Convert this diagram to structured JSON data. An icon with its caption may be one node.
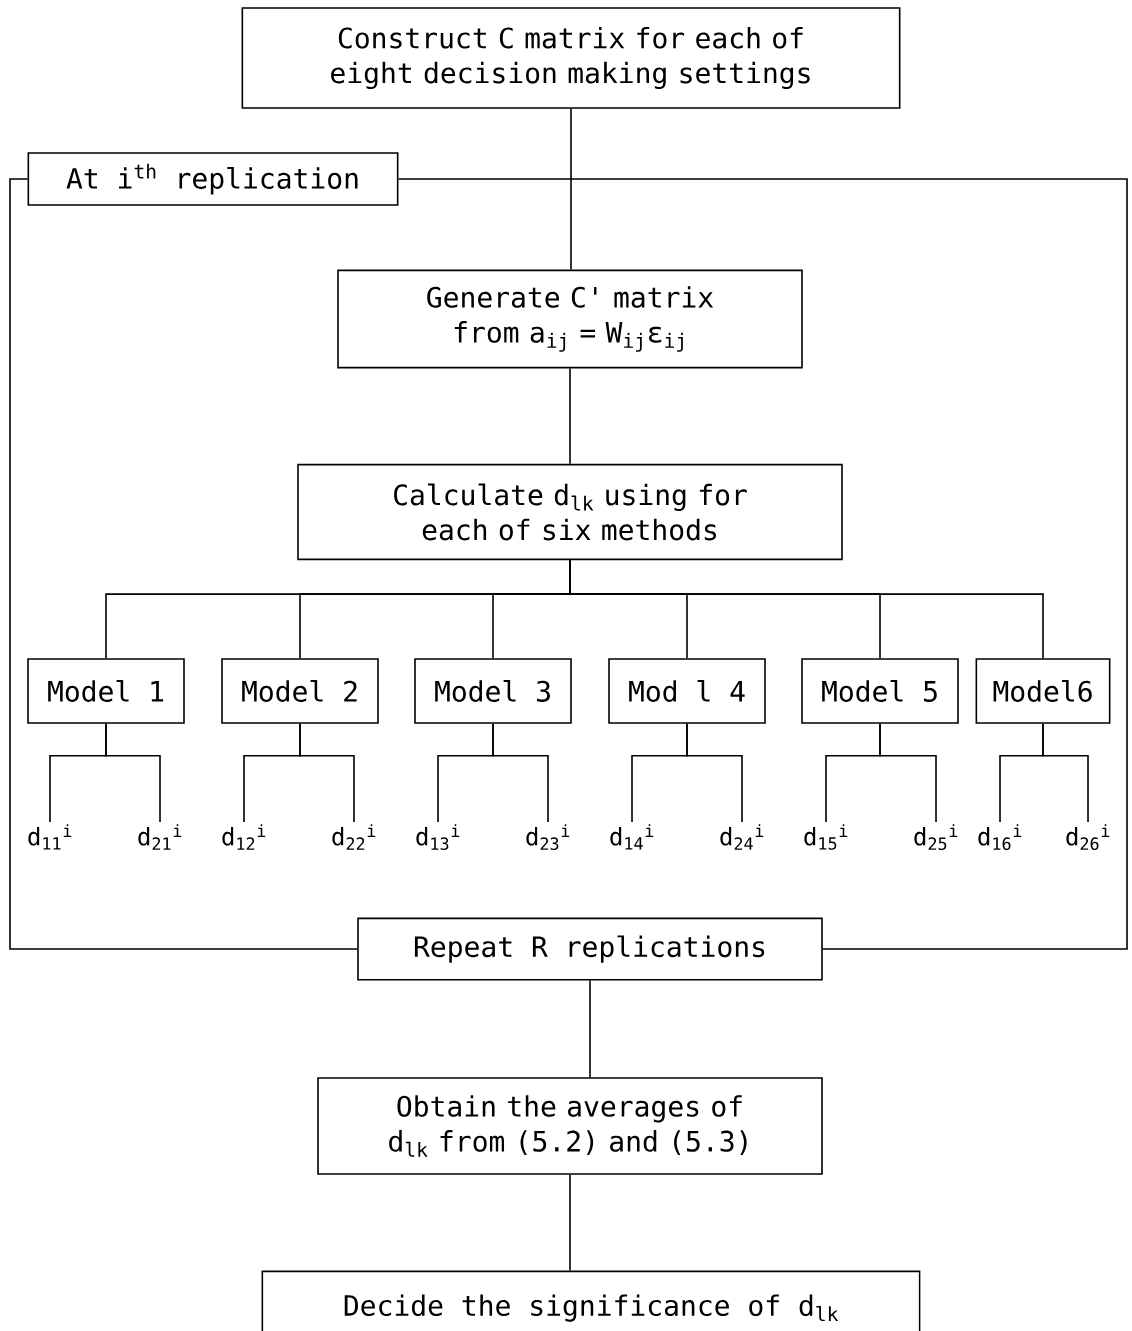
{
  "diagram": {
    "nodes": [
      {
        "text": [
          "Construct C matrix for each of eight decision making settings"
        ]
      },
      {
        "text": [
          "At i$^{th}$ replication"
        ]
      },
      {
        "text": [
          "Generate C' matrix from a$_{ij}$ = W$_{ij}$ε$_{ij}$"
        ]
      },
      {
        "text": [
          "Calculate d$_{lk}$ using for each of six methods"
        ]
      },
      {
        "text": [
          "Model 1"
        ]
      },
      {
        "text": [
          "Model 2"
        ]
      },
      {
        "text": [
          "Model 3"
        ]
      },
      {
        "text": [
          "Mod l 4"
        ]
      },
      {
        "text": [
          "Model 5"
        ]
      },
      {
        "text": [
          "Model6"
        ]
      },
      {
        "text": [
          "d$_{11}$$^{i}$"
        ]
      },
      {
        "text": [
          "d$_{21}$$^{i}$"
        ]
      },
      {
        "text": [
          "d$_{12}$$^{i}$"
        ]
      },
      {
        "text": [
          "d$_{22}$$^{i}$"
        ]
      },
      {
        "text": [
          "d$_{13}$$^{i}$"
        ]
      },
      {
        "text": [
          "d$_{23}$$^{i}$"
        ]
      },
      {
        "text": [
          "d$_{14}$$^{i}$"
        ]
      },
      {
        "text": [
          "d$_{24}$$^{i}$"
        ]
      },
      {
        "text": [
          "d$_{15}$$^{i}$"
        ]
      },
      {
        "text": [
          "d$_{25}$$^{i}$"
        ]
      },
      {
        "text": [
          "d$_{16}$$^{i}$"
        ]
      },
      {
        "text": [
          "d$_{26}$$^{i}$"
        ]
      },
      {
        "text": [
          "Repeat R replications"
        ]
      },
      {
        "text": [
          "Obtain the averages of d$_{lk}$ from (5.2) and (5.3)"
        ]
      },
      {
        "text": [
          "Decide the significance of d$_{lk}$"
        ]
      }
    ],
    "edges": [
      {
        "from": 0,
        "to": 2,
        "arrow": "none"
      },
      {
        "from": 1,
        "to": 22,
        "arrow": "none"
      },
      {
        "from": 1,
        "to": 22,
        "arrow": "none"
      },
      {
        "from": 2,
        "to": 3,
        "arrow": "none"
      },
      {
        "from": 3,
        "to": 4,
        "arrow": "none"
      },
      {
        "from": 3,
        "to": 5,
        "arrow": "none"
      },
      {
        "from": 3,
        "to": 6,
        "arrow": "none"
      },
      {
        "from": 3,
        "to": 7,
        "arrow": "none"
      },
      {
        "from": 3,
        "to": 8,
        "arrow": "none"
      },
      {
        "from": 3,
        "to": 9,
        "arrow": "none"
      },
      {
        "from": 4,
        "to": 10,
        "arrow": "none"
      },
      {
        "from": 4,
        "to": 11,
        "arrow": "none"
      },
      {
        "from": 5,
        "to": 12,
        "arrow": "none"
      },
      {
        "from": 5,
        "to": 13,
        "arrow": "none"
      },
      {
        "from": 6,
        "to": 14,
        "arrow": "none"
      },
      {
        "from": 6,
        "to": 15,
        "arrow": "none"
      },
      {
        "from": 7,
        "to": 16,
        "arrow": "none"
      },
      {
        "from": 7,
        "to": 17,
        "arrow": "none"
      },
      {
        "from": 8,
        "to": 18,
        "arrow": "none"
      },
      {
        "from": 8,
        "to": 19,
        "arrow": "none"
      },
      {
        "from": 9,
        "to": 20,
        "arrow": "none"
      },
      {
        "from": 9,
        "to": 21,
        "arrow": "none"
      },
      {
        "from": 22,
        "to": 23,
        "arrow": "none"
      },
      {
        "from": 23,
        "to": 24,
        "arrow": "none"
      }
    ]
  }
}
